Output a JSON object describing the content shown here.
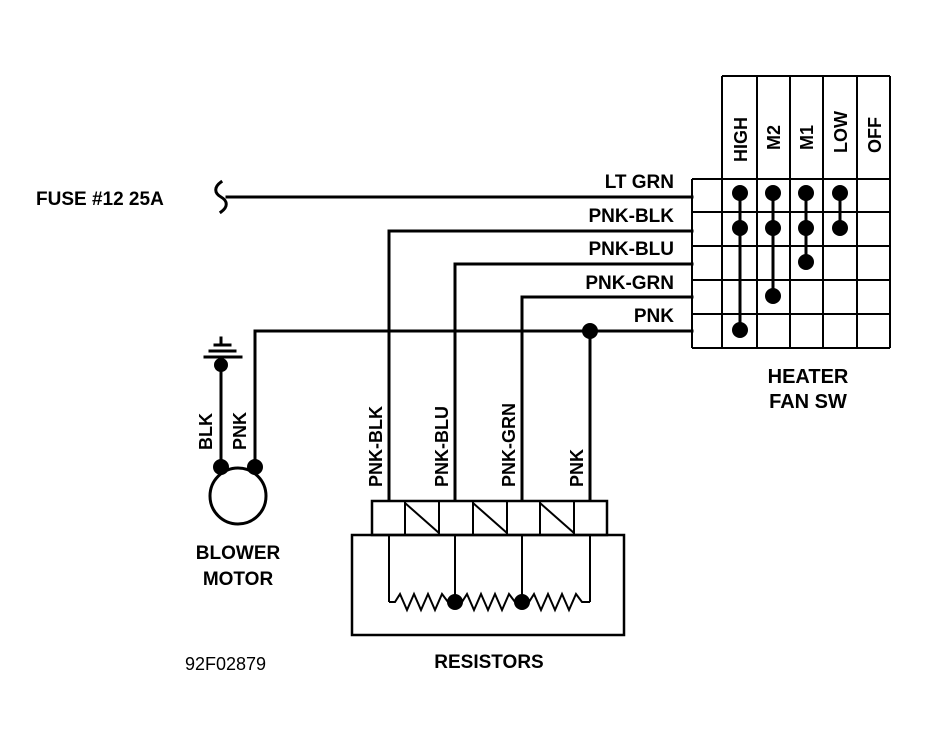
{
  "fuse_label": "FUSE #12 25A",
  "switch": {
    "title_line1": "HEATER",
    "title_line2": "FAN SW",
    "positions": [
      "HIGH",
      "M2",
      "M1",
      "LOW",
      "OFF"
    ],
    "wire_labels": [
      "LT GRN",
      "PNK-BLK",
      "PNK-BLU",
      "PNK-GRN",
      "PNK"
    ]
  },
  "motor": {
    "title_line1": "BLOWER",
    "title_line2": "MOTOR",
    "wire_labels": [
      "BLK",
      "PNK"
    ]
  },
  "resistors": {
    "title": "RESISTORS",
    "wire_labels": [
      "PNK-BLK",
      "PNK-BLU",
      "PNK-GRN",
      "PNK"
    ]
  },
  "figure_id": "92F02879"
}
